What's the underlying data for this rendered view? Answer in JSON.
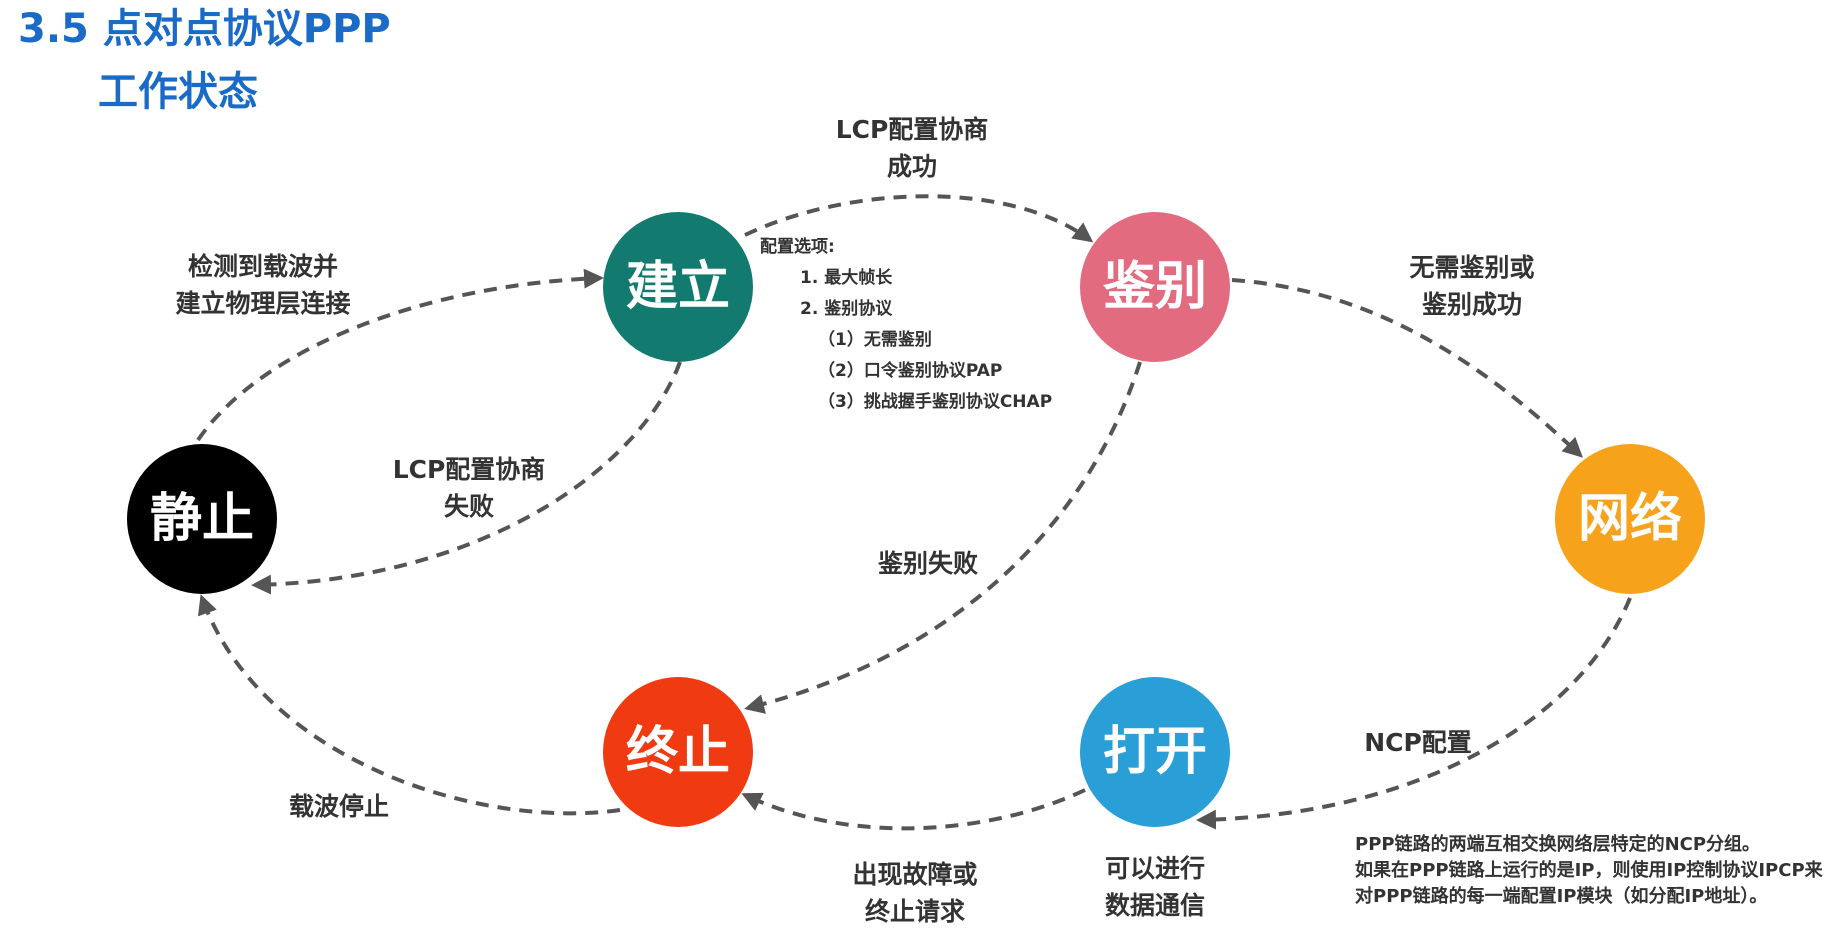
{
  "title": {
    "line1": "3.5 点对点协议PPP",
    "line2": "工作状态"
  },
  "nodes": {
    "dormant": {
      "label": "静止",
      "color": "#000000"
    },
    "establish": {
      "label": "建立",
      "color": "#127a6e"
    },
    "authenticate": {
      "label": "鉴别",
      "color": "#e36b80"
    },
    "network": {
      "label": "网络",
      "color": "#f7a21b"
    },
    "open": {
      "label": "打开",
      "color": "#2a9ed6"
    },
    "terminate": {
      "label": "终止",
      "color": "#f03a12"
    }
  },
  "edges": {
    "dormant_to_establish": [
      "检测到载波并",
      "建立物理层连接"
    ],
    "establish_to_authenticate": [
      "LCP配置协商",
      "成功"
    ],
    "establish_to_dormant": [
      "LCP配置协商",
      "失败"
    ],
    "authenticate_to_network": [
      "无需鉴别或",
      "鉴别成功"
    ],
    "authenticate_to_terminate": [
      "鉴别失败"
    ],
    "network_to_open": [
      "NCP配置"
    ],
    "open_to_terminate": [
      "出现故障或",
      "终止请求"
    ],
    "terminate_to_dormant": [
      "载波停止"
    ]
  },
  "open_note": [
    "可以进行",
    "数据通信"
  ],
  "config_options": {
    "heading": "配置选项:",
    "items": [
      "1. 最大帧长",
      "2. 鉴别协议",
      "（1）无需鉴别",
      "（2）口令鉴别协议PAP",
      "（3）挑战握手鉴别协议CHAP"
    ]
  },
  "ncp_note": [
    "PPP链路的两端互相交换网络层特定的NCP分组。",
    "如果在PPP链路上运行的是IP，则使用IP控制协议IPCP来",
    "对PPP链路的每一端配置IP模块（如分配IP地址）。"
  ],
  "edge_color": "#555555"
}
